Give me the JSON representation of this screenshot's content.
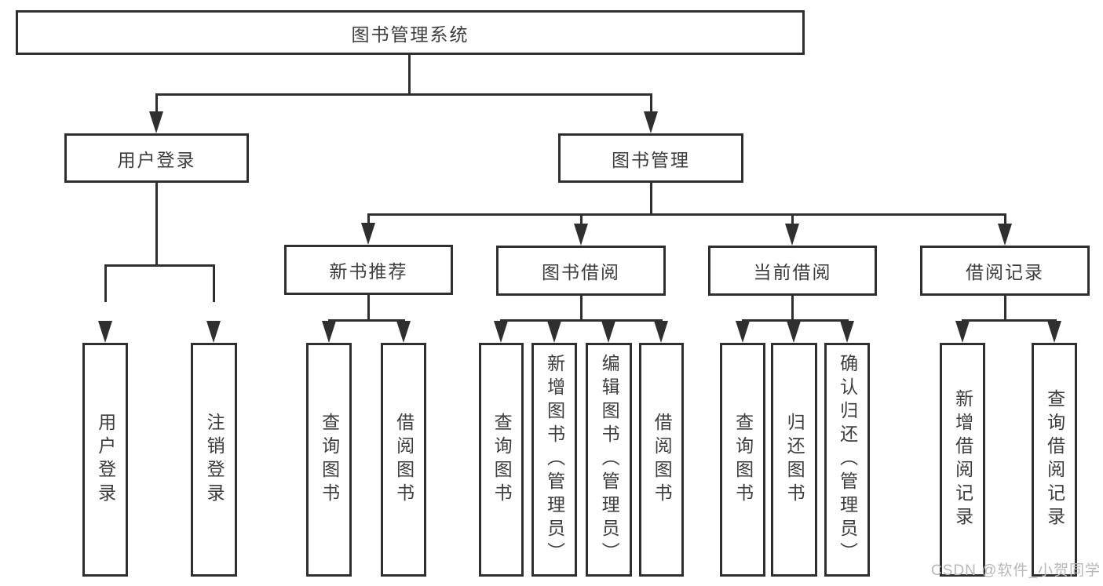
{
  "diagram": {
    "title_box": {
      "label": "图书管理系统"
    },
    "branches": [
      {
        "label": "用户登录",
        "children": [
          {
            "label": "用户登录"
          },
          {
            "label": "注销登录"
          }
        ]
      },
      {
        "label": "图书管理",
        "children": [
          {
            "label": "新书推荐",
            "children": [
              {
                "label": "查询图书"
              },
              {
                "label": "借阅图书"
              }
            ]
          },
          {
            "label": "图书借阅",
            "children": [
              {
                "label": "查询图书"
              },
              {
                "label": "新增图书（管理员）"
              },
              {
                "label": "编辑图书（管理员）"
              },
              {
                "label": "借阅图书"
              }
            ]
          },
          {
            "label": "当前借阅",
            "children": [
              {
                "label": "查询图书"
              },
              {
                "label": "归还图书"
              },
              {
                "label": "确认归还（管理员）"
              }
            ]
          },
          {
            "label": "借阅记录",
            "children": [
              {
                "label": "新增借阅记录"
              },
              {
                "label": "查询借阅记录"
              }
            ]
          }
        ]
      }
    ]
  },
  "watermark": {
    "text": "CSDN @软件_小贺同学"
  },
  "colors": {
    "line": "#2f2f2f",
    "text": "#3d3d3d",
    "watermark": "#b8b8b8",
    "background": "#ffffff"
  }
}
